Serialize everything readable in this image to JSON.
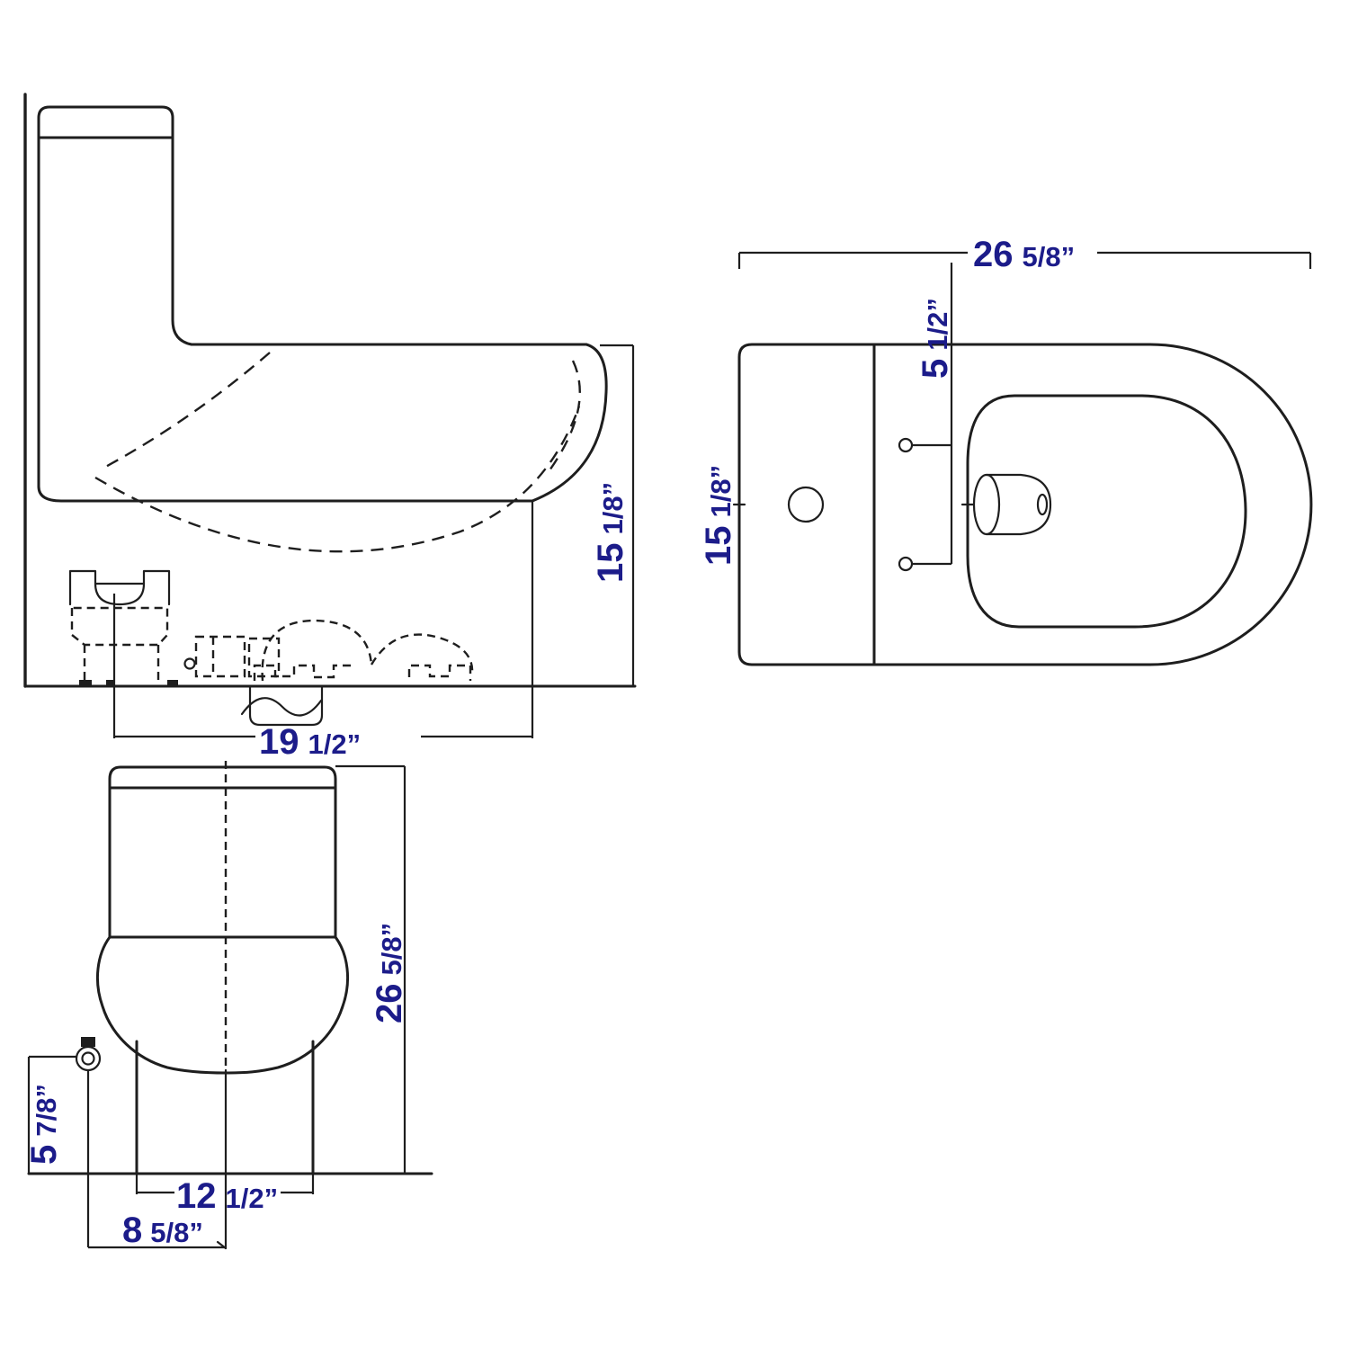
{
  "page": {
    "background": "#ffffff"
  },
  "drawing": {
    "title": "toilet-three-view-dimension-drawing",
    "units": "inches",
    "colors": {
      "line": "#1e1e1e",
      "dimension_text": "#1c1c8a",
      "background": "#ffffff"
    },
    "side_view": {
      "height": {
        "whole": "15",
        "frac": "1/8”"
      },
      "depth": {
        "whole": "19",
        "frac": "1/2”"
      }
    },
    "top_view": {
      "width": {
        "whole": "26",
        "frac": "5/8”"
      },
      "hinge_spacing": {
        "whole": "5",
        "frac": "1/2”"
      },
      "depth": {
        "whole": "15",
        "frac": "1/8”"
      }
    },
    "front_view": {
      "height": {
        "whole": "26",
        "frac": "5/8”"
      },
      "base_width": {
        "whole": "12",
        "frac": "1/2”"
      },
      "supply_offset": {
        "whole": "8",
        "frac": "5/8”"
      },
      "supply_height": {
        "whole": "5",
        "frac": "7/8”"
      }
    }
  }
}
